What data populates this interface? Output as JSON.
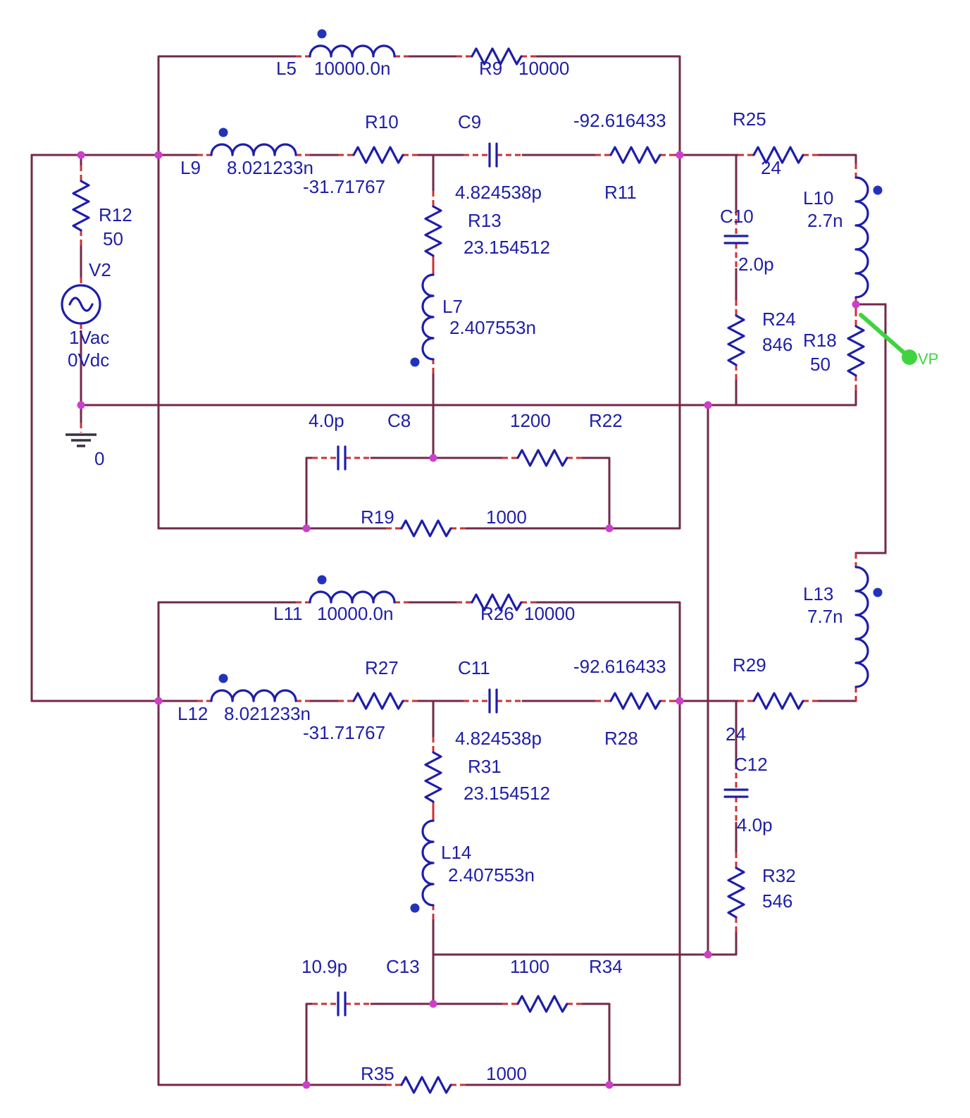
{
  "colors": {
    "background": "#ffffff",
    "wire": "#73284a",
    "component": "#1e1ea8",
    "text": "#1e1ea8",
    "lead": "#cc3333",
    "junction": "#cc3fcc",
    "polarity": "#2233bb",
    "probe": "#3fd43f",
    "ground": "#333344"
  },
  "labels": {
    "L5": {
      "name": "L5",
      "value": "10000.0n"
    },
    "R9": {
      "name": "R9",
      "value": "10000"
    },
    "L9": {
      "name": "L9",
      "value": "8.021233n"
    },
    "R10": {
      "name": "R10",
      "value": "-31.71767"
    },
    "C9": {
      "name": "C9",
      "value": "4.824538p"
    },
    "R11": {
      "name": "R11",
      "value": "-92.616433"
    },
    "R25": {
      "name": "R25",
      "value": "24"
    },
    "R12": {
      "name": "R12",
      "value": "50"
    },
    "V2": {
      "name": "V2",
      "value1": "1Vac",
      "value2": "0Vdc"
    },
    "GND": {
      "name": "0"
    },
    "R13": {
      "name": "R13",
      "value": "23.154512"
    },
    "L7": {
      "name": "L7",
      "value": "2.407553n"
    },
    "C10": {
      "name": "C10",
      "value": "2.0p"
    },
    "R24": {
      "name": "R24",
      "value": "846"
    },
    "L10": {
      "name": "L10",
      "value": "2.7n"
    },
    "R18": {
      "name": "R18",
      "value": "50"
    },
    "VP": {
      "name": "VP"
    },
    "C8": {
      "name": "C8",
      "value": "4.0p"
    },
    "R22": {
      "name": "R22",
      "value": "1200"
    },
    "R19": {
      "name": "R19",
      "value": "1000"
    },
    "L11": {
      "name": "L11",
      "value": "10000.0n"
    },
    "R26": {
      "name": "R26",
      "value": "10000"
    },
    "L12": {
      "name": "L12",
      "value": "8.021233n"
    },
    "R27": {
      "name": "R27",
      "value": "-31.71767"
    },
    "C11": {
      "name": "C11",
      "value": "4.824538p"
    },
    "R28": {
      "name": "R28",
      "value": "-92.616433"
    },
    "R29": {
      "name": "R29",
      "value": "24"
    },
    "L13": {
      "name": "L13",
      "value": "7.7n"
    },
    "R31": {
      "name": "R31",
      "value": "23.154512"
    },
    "L14": {
      "name": "L14",
      "value": "2.407553n"
    },
    "C12": {
      "name": "C12",
      "value": "4.0p"
    },
    "R32": {
      "name": "R32",
      "value": "546"
    },
    "C13": {
      "name": "C13",
      "value": "10.9p"
    },
    "R34": {
      "name": "R34",
      "value": "1100"
    },
    "R35": {
      "name": "R35",
      "value": "1000"
    }
  }
}
